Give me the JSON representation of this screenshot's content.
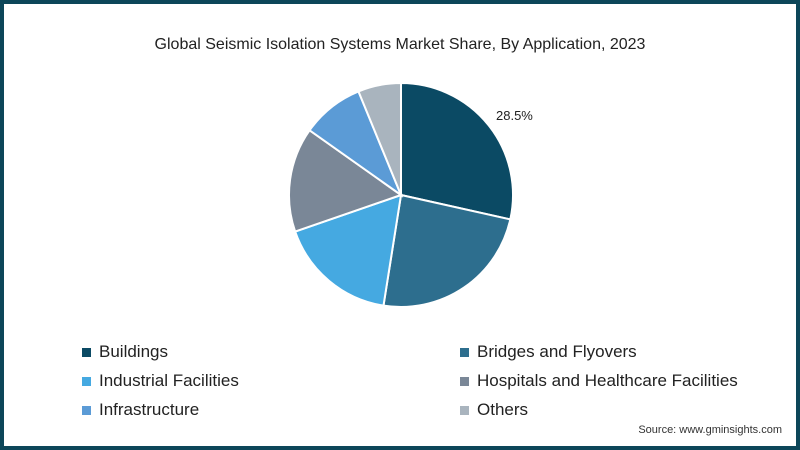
{
  "chart_data": {
    "type": "pie",
    "title": "Global Seismic Isolation Systems Market Share, By Application, 2023",
    "categories": [
      "Buildings",
      "Bridges and Flyovers",
      "Industrial Facilities",
      "Hospitals and Healthcare Facilities",
      "Infrastructure",
      "Others"
    ],
    "values": [
      28.5,
      24.0,
      17.2,
      15.1,
      9.0,
      6.2
    ],
    "colors": [
      "#0b4a64",
      "#2d6e8e",
      "#45a9e1",
      "#7a8797",
      "#5b9bd6",
      "#a9b4be"
    ],
    "data_labels": [
      "28.5%",
      "",
      "",
      "",
      "",
      ""
    ],
    "legend_position": "bottom"
  },
  "source": "Source: www.gminsights.com"
}
